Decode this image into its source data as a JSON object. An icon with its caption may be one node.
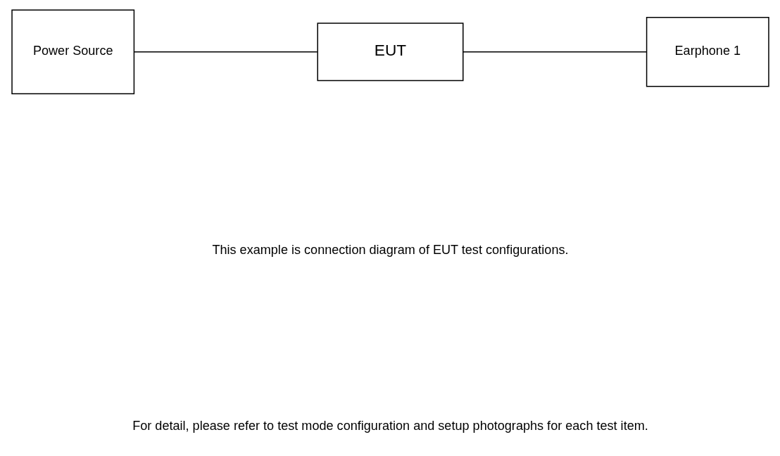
{
  "diagram": {
    "nodes": [
      {
        "text": [
          "Power Source"
        ]
      },
      {
        "text": [
          "EUT"
        ]
      },
      {
        "text": [
          "Earphone 1"
        ]
      }
    ],
    "edges": [
      {
        "from": 0,
        "to": 1,
        "arrow": "none"
      },
      {
        "from": 1,
        "to": 2,
        "arrow": "none"
      }
    ],
    "labels": [
      "This example is connection diagram of EUT test configurations.",
      "For detail, please refer to test mode configuration and setup photographs for each test item."
    ]
  }
}
